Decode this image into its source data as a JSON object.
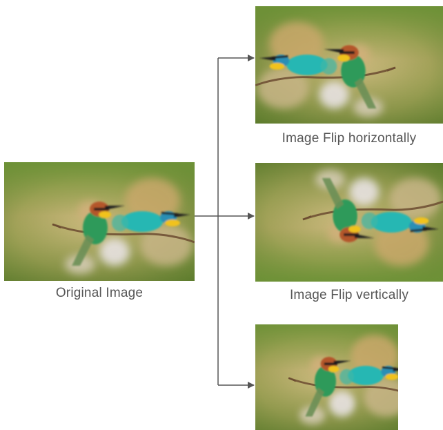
{
  "nodes": {
    "original": {
      "caption": "Original Image"
    },
    "flip_horizontal": {
      "caption": "Image Flip horizontally"
    },
    "flip_vertical": {
      "caption": "Image Flip vertically"
    },
    "resized": {
      "caption": ""
    }
  },
  "colors": {
    "connector": "#555555",
    "background_green": "#7d9a3e",
    "background_tan": "#c8b277",
    "bird_teal": "#27b7b3",
    "bird_green": "#2d9a5a",
    "bird_yellow": "#f1c21b",
    "bird_rust": "#b4572a"
  }
}
